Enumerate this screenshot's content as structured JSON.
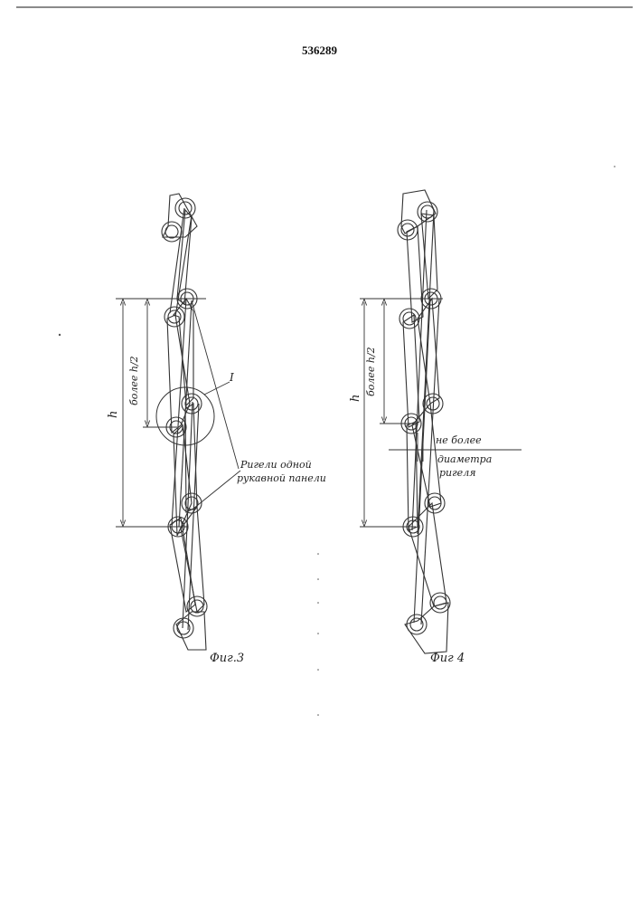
{
  "patent_number": "536289",
  "figure3": {
    "caption": "Фиг.3",
    "dim_h": "h",
    "dim_half": "более h/2",
    "detail_label": "I",
    "note_line1": "Ригели одной",
    "note_line2": "рукавной панели"
  },
  "figure4": {
    "caption": "Фиг 4",
    "dim_h": "h",
    "dim_half": "более h/2",
    "note_top": "не более",
    "note_bottom_line1": "диаметра",
    "note_bottom_line2": "ригеля"
  }
}
